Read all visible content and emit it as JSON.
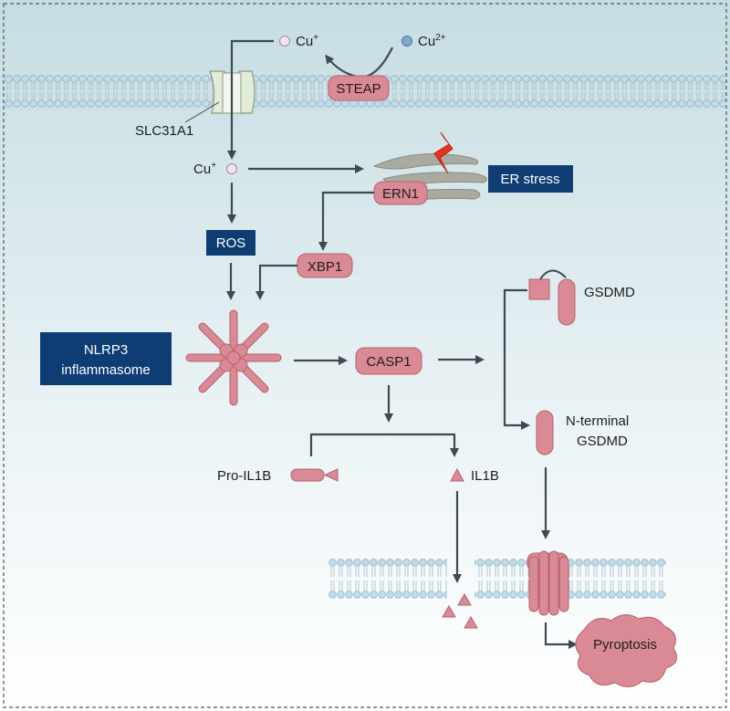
{
  "labels": {
    "cu_plus_top": "Cu",
    "cu_plus_top_sup": "+",
    "cu_2plus": "Cu",
    "cu_2plus_sup": "2+",
    "steap": "STEAP",
    "slc31a1": "SLC31A1",
    "cu_plus_cyto": "Cu",
    "cu_plus_cyto_sup": "+",
    "ern1": "ERN1",
    "er_stress": "ER stress",
    "ros": "ROS",
    "xbp1": "XBP1",
    "nlrp3_line1": "NLRP3",
    "nlrp3_line2": "inflammasome",
    "casp1": "CASP1",
    "gsdmd": "GSDMD",
    "n_terminal_line1": "N-terminal",
    "n_terminal_line2": "GSDMD",
    "pro_il1b": "Pro-IL1B",
    "il1b": "IL1B",
    "pyroptosis": "Pyroptosis"
  },
  "colors": {
    "background_top": "#c5dde2",
    "background_bottom": "#ffffff",
    "dark_box": "#0d3d73",
    "pink": "#d98a95",
    "pink_dark": "#b8606d",
    "membrane_bead": "#b8d6e6",
    "er_grey": "#a9aaa0",
    "arrow": "#3e4a52",
    "bolt_red": "#e8321c"
  },
  "icons": [
    "copper-ion-icon",
    "channel-icon",
    "lightning-bolt-icon",
    "inflammasome-icon",
    "pore-icon",
    "cell-blob-icon"
  ]
}
